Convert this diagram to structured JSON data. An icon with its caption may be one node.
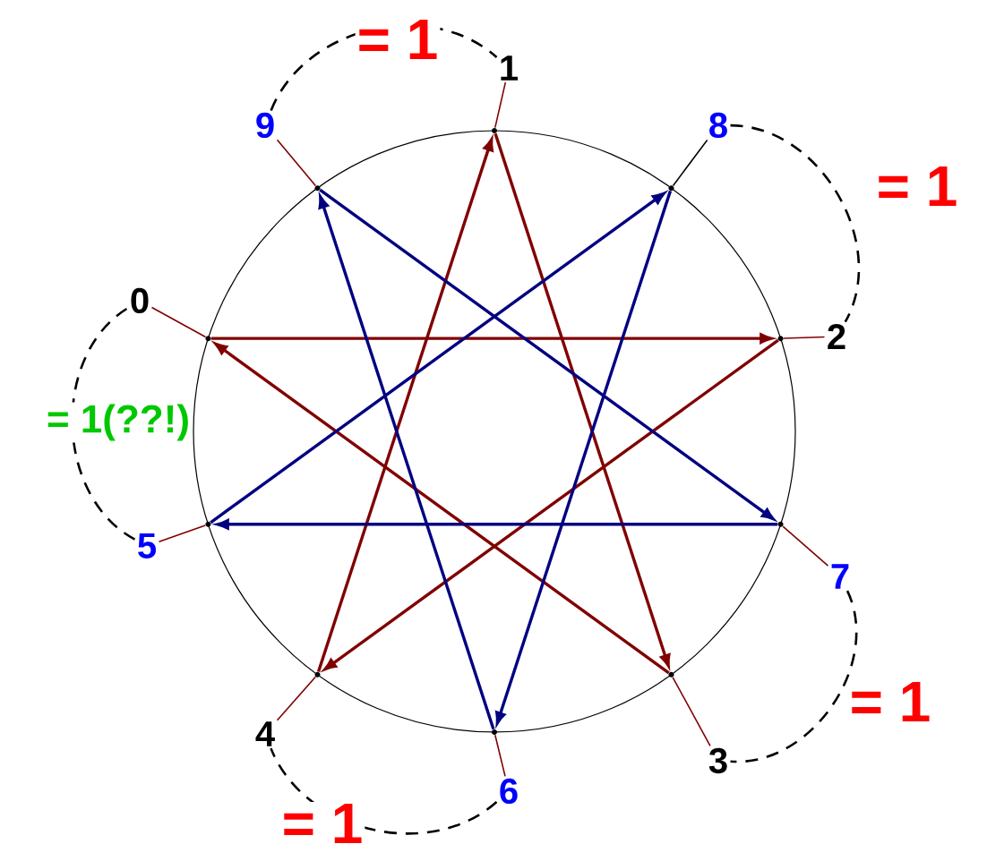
{
  "diagram": {
    "nodes": [
      {
        "text": [
          "0"
        ]
      },
      {
        "text": [
          "1"
        ]
      },
      {
        "text": [
          "2"
        ]
      },
      {
        "text": [
          "3"
        ]
      },
      {
        "text": [
          "4"
        ]
      },
      {
        "text": [
          "5"
        ]
      },
      {
        "text": [
          "6"
        ]
      },
      {
        "text": [
          "7"
        ]
      },
      {
        "text": [
          "8"
        ]
      },
      {
        "text": [
          "9"
        ]
      },
      {
        "text": [],
        "shape": "point"
      },
      {
        "text": [],
        "shape": "point"
      },
      {
        "text": [],
        "shape": "point"
      },
      {
        "text": [],
        "shape": "point"
      },
      {
        "text": [],
        "shape": "point"
      },
      {
        "text": [],
        "shape": "point"
      },
      {
        "text": [],
        "shape": "point"
      },
      {
        "text": [],
        "shape": "point"
      },
      {
        "text": [],
        "shape": "point"
      },
      {
        "text": [],
        "shape": "point"
      }
    ],
    "edges": [
      {
        "from": 13,
        "to": 14,
        "arrow": "to"
      },
      {
        "from": 14,
        "to": 17,
        "arrow": "to"
      },
      {
        "from": 17,
        "to": 10,
        "arrow": "to"
      },
      {
        "from": 10,
        "to": 18,
        "arrow": "to"
      },
      {
        "from": 18,
        "to": 13,
        "arrow": "to"
      },
      {
        "from": 15,
        "to": 12,
        "arrow": "to",
        "color": "#000080"
      },
      {
        "from": 12,
        "to": 19,
        "arrow": "to",
        "color": "#000080"
      },
      {
        "from": 19,
        "to": 11,
        "arrow": "to",
        "color": "#000080"
      },
      {
        "from": 11,
        "to": 16,
        "arrow": "to",
        "color": "#000080"
      },
      {
        "from": 16,
        "to": 15,
        "arrow": "to",
        "color": "#000080"
      },
      {
        "from": 0,
        "to": 13,
        "arrow": "none"
      },
      {
        "from": 1,
        "to": 10,
        "arrow": "none"
      },
      {
        "from": 2,
        "to": 14,
        "arrow": "none"
      },
      {
        "from": 3,
        "to": 18,
        "arrow": "none"
      },
      {
        "from": 4,
        "to": 17,
        "arrow": "none"
      },
      {
        "from": 5,
        "to": 15,
        "arrow": "none"
      },
      {
        "from": 6,
        "to": 19,
        "arrow": "none"
      },
      {
        "from": 7,
        "to": 16,
        "arrow": "none"
      },
      {
        "from": 8,
        "to": 12,
        "arrow": "none",
        "color": "#000000"
      },
      {
        "from": 9,
        "to": 11,
        "arrow": "none"
      },
      {
        "from": 9,
        "to": 1,
        "arrow": "none",
        "label": "= 1",
        "style": "dashed",
        "color": "#000000"
      },
      {
        "from": 8,
        "to": 2,
        "arrow": "none",
        "label": "= 1",
        "style": "dashed",
        "color": "#000000"
      },
      {
        "from": 7,
        "to": 3,
        "arrow": "none",
        "label": "= 1",
        "style": "dashed",
        "color": "#000000"
      },
      {
        "from": 6,
        "to": 4,
        "arrow": "none",
        "label": "= 1",
        "style": "dashed",
        "color": "#000000"
      },
      {
        "from": 5,
        "to": 0,
        "arrow": "none",
        "label": "= 1(??!)",
        "style": "dashed",
        "color": "#000000"
      }
    ]
  }
}
